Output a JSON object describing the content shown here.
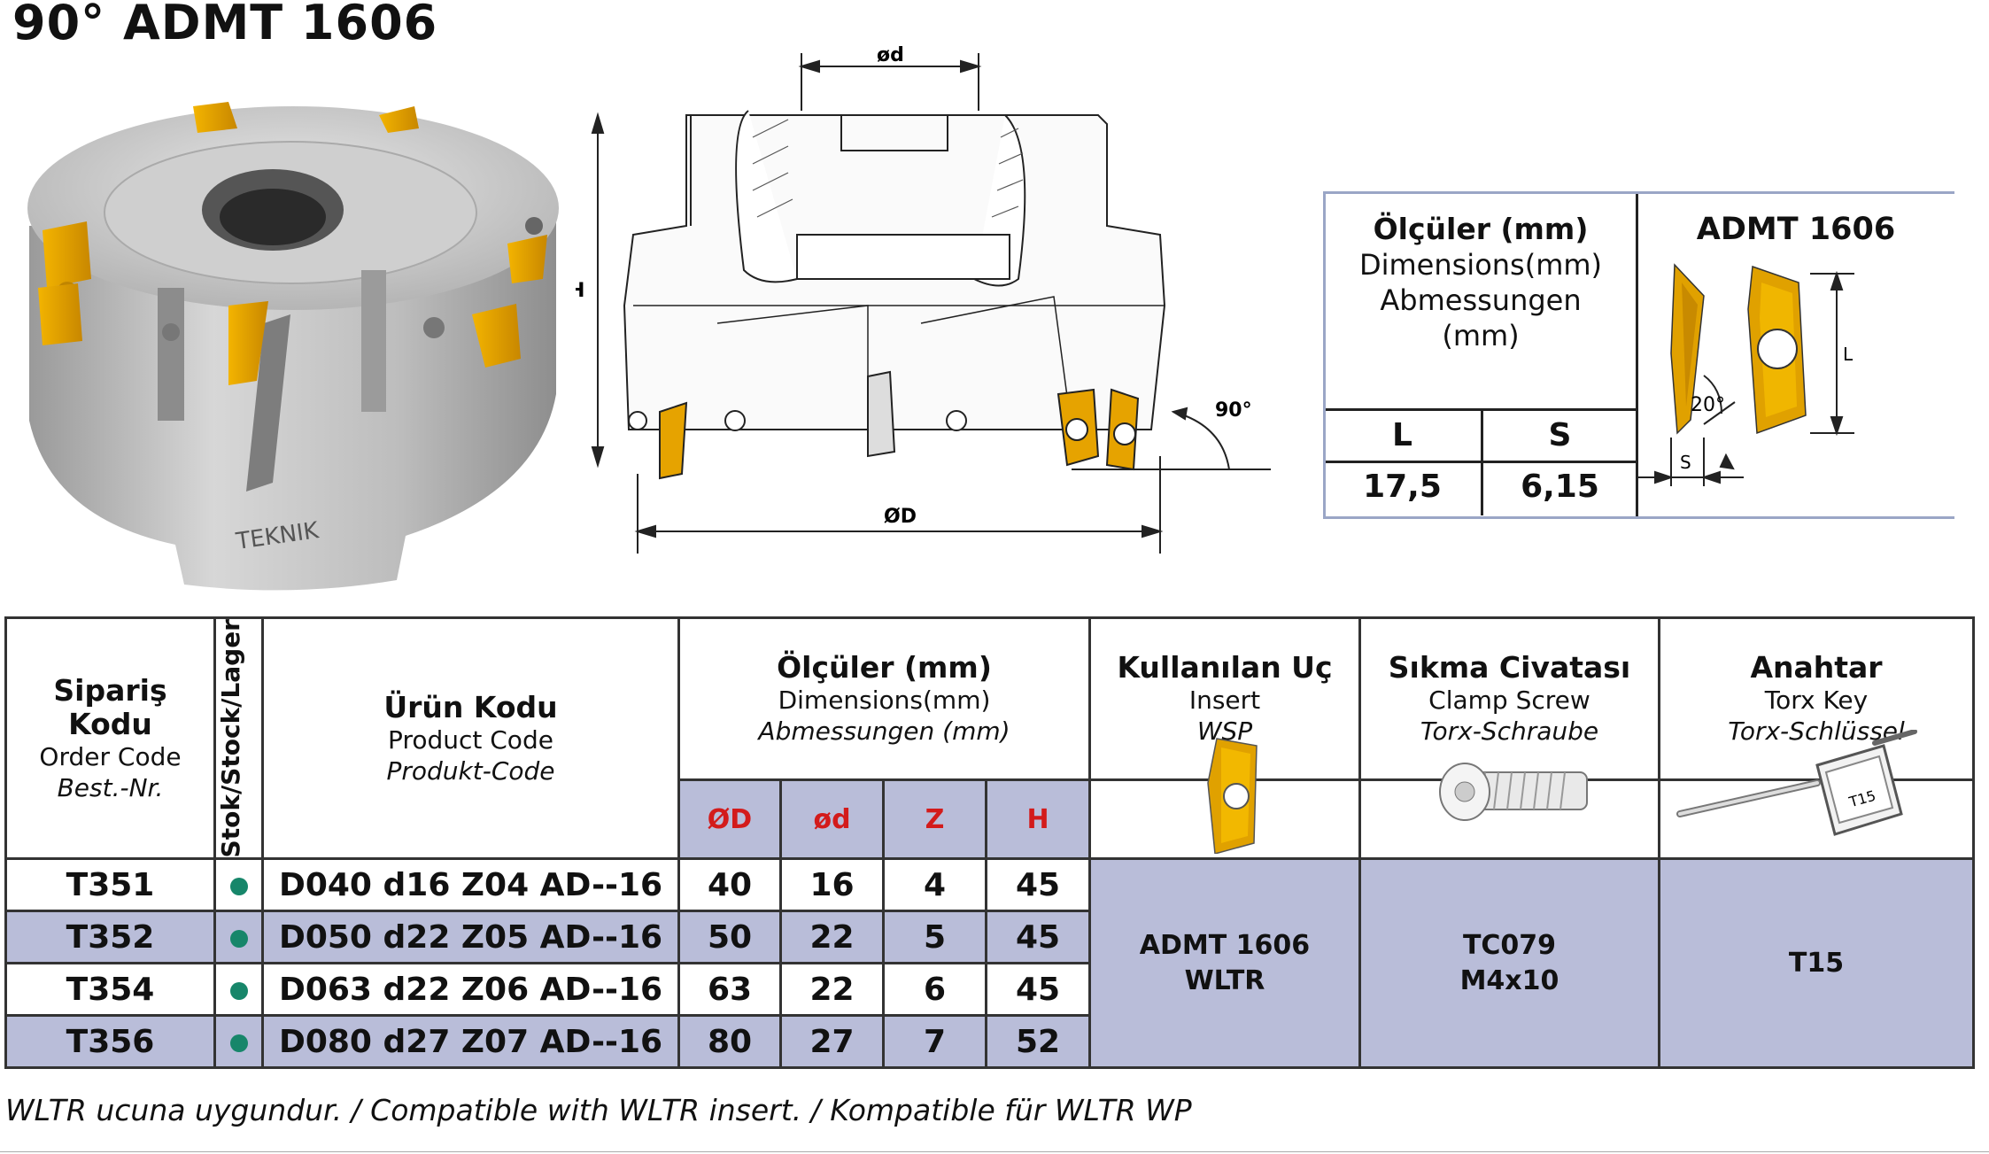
{
  "title": "90° ADMT 1606",
  "drawing": {
    "label_d": "ød",
    "label_D": "ØD",
    "label_H": "H",
    "label_angle": "90°"
  },
  "dim_box": {
    "header_bold": "Ölçüler (mm)",
    "header_en": "Dimensions(mm)",
    "header_de": "Abmessungen",
    "header_de2": "(mm)",
    "col_L": "L",
    "col_S": "S",
    "val_L": "17,5",
    "val_S": "6,15",
    "insert_title": "ADMT 1606",
    "insert_angle": "20°",
    "insert_label_L": "L",
    "insert_label_S": "S"
  },
  "table": {
    "order": {
      "tr": "Sipariş Kodu",
      "en": "Order Code",
      "de": "Best.-Nr."
    },
    "stock": "Stok/Stock/Lager",
    "product": {
      "tr": "Ürün Kodu",
      "en": "Product Code",
      "de": "Produkt-Code"
    },
    "dims": {
      "tr": "Ölçüler (mm)",
      "en": "Dimensions(mm)",
      "de": "Abmessungen (mm)"
    },
    "insert": {
      "tr": "Kullanılan Uç",
      "en": "Insert",
      "de": "WSP"
    },
    "screw": {
      "tr": "Sıkma Civatası",
      "en": "Clamp Screw",
      "de": "Torx-Schraube"
    },
    "key": {
      "tr": "Anahtar",
      "en": "Torx Key",
      "de": "Torx-Schlüssel"
    },
    "sub_D": "ØD",
    "sub_d": "ød",
    "sub_Z": "Z",
    "sub_H": "H",
    "rows": [
      {
        "code": "T351",
        "product": "D040 d16 Z04 AD--16",
        "D": "40",
        "d": "16",
        "Z": "4",
        "H": "45"
      },
      {
        "code": "T352",
        "product": "D050 d22 Z05 AD--16",
        "D": "50",
        "d": "22",
        "Z": "5",
        "H": "45"
      },
      {
        "code": "T354",
        "product": "D063 d22 Z06 AD--16",
        "D": "63",
        "d": "22",
        "Z": "6",
        "H": "45"
      },
      {
        "code": "T356",
        "product": "D080 d27 Z07 AD--16",
        "D": "80",
        "d": "27",
        "Z": "7",
        "H": "52"
      }
    ],
    "insert_value_1": "ADMT 1606",
    "insert_value_2": "WLTR",
    "screw_value_1": "TC079",
    "screw_value_2": "M4x10",
    "key_value": "T15",
    "key_tag": "T15"
  },
  "note": "WLTR ucuna uygundur. / Compatible with WLTR insert. / Kompatible für WLTR WP",
  "colors": {
    "insert_gold": "#e0a100",
    "row_alt": "#b9bdd9",
    "dim_red": "#d31b1b",
    "stock_dot": "#17866a"
  }
}
